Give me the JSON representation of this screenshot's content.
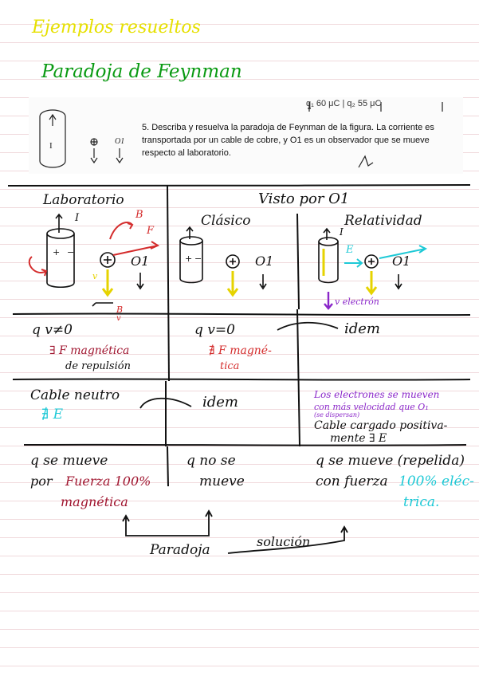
{
  "page": {
    "title": "Ejemplos resueltos",
    "subtitle": "Paradoja de Feynman"
  },
  "problem": {
    "charge_labels": "q₁ 60 μC | q₂ 55 μC",
    "current_label": "I",
    "observer_label": "O1",
    "text": "5. Describa y resuelva la paradoja de Feynman de la figura. La corriente es transportada por un cable de cobre, y O1 es un observador que se mueve respecto al laboratorio."
  },
  "table": {
    "col_lab": "Laboratorio",
    "col_o1": "Visto por O1",
    "sub_classic": "Clásico",
    "sub_relativity": "Relatividad",
    "fig": {
      "I": "I",
      "B": "B",
      "F": "F",
      "E": "E",
      "O1": "O1",
      "v": "v",
      "e_label": "v electrón",
      "minus": "−",
      "plus": "+"
    },
    "row1": {
      "lab_line1": "q  v≠0",
      "lab_line2": "∃ F magnética",
      "lab_line3": "de repulsión",
      "classic_line1": "q  v=0",
      "classic_line2": "∄ F magné-",
      "classic_line3": "tica",
      "rel": "idem"
    },
    "row2": {
      "lab_line1": "Cable neutro",
      "lab_line2": "∄ E",
      "classic": "idem",
      "rel_line1": "Los electrones se mueven",
      "rel_line2": "con más velocidad que O₁",
      "rel_line3": "(se dispersan)",
      "rel_line4": "Cable cargado positiva-",
      "rel_line5": "mente ∃ E"
    },
    "row3": {
      "lab_line1": "q se mueve",
      "lab_line2a": "por",
      "lab_line2b": "Fuerza 100%",
      "lab_line3": "magnética",
      "classic_line1": "q no se",
      "classic_line2": "mueve",
      "rel_line1": "q se mueve (repelida)",
      "rel_line2a": "con fuerza",
      "rel_line2b": "100% eléc-",
      "rel_line3": "trica."
    },
    "footer_left": "Paradoja",
    "footer_right": "solución"
  },
  "colors": {
    "title1": "#e6e000",
    "title2": "#0a9a12",
    "ink": "#111111",
    "red": "#d42c2c",
    "crimson": "#a0152f",
    "magenta": "#b6168f",
    "cyan": "#1ec9d6",
    "purple": "#8a26c9",
    "yellow": "#e6d300"
  }
}
